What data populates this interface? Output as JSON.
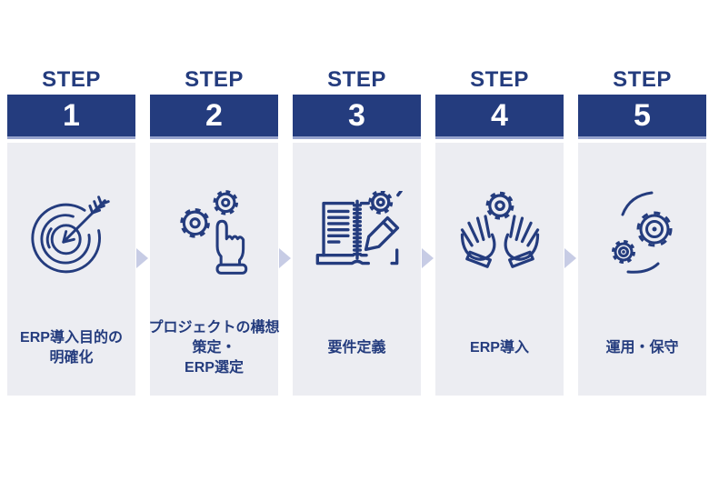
{
  "colors": {
    "navy": "#243c7e",
    "card_background": "#ecedf2",
    "bar_bottom_edge": "#96a3cd",
    "arrow": "#c7cce5",
    "number_text": "#ffffff",
    "page_background": "#ffffff"
  },
  "steps": [
    {
      "label": "STEP",
      "number": "1",
      "icon": "target-arrow-icon",
      "caption_lines": [
        "ERP導入目的の",
        "明確化"
      ]
    },
    {
      "label": "STEP",
      "number": "2",
      "icon": "gears-click-hand-icon",
      "caption_lines": [
        "プロジェクトの構想",
        "策定・",
        "ERP選定"
      ]
    },
    {
      "label": "STEP",
      "number": "3",
      "icon": "notebook-gear-pencil-icon",
      "caption_lines": [
        "要件定義"
      ]
    },
    {
      "label": "STEP",
      "number": "4",
      "icon": "hands-holding-gear-icon",
      "caption_lines": [
        "ERP導入"
      ]
    },
    {
      "label": "STEP",
      "number": "5",
      "icon": "rotating-gears-icon",
      "caption_lines": [
        "運用・保守"
      ]
    }
  ]
}
